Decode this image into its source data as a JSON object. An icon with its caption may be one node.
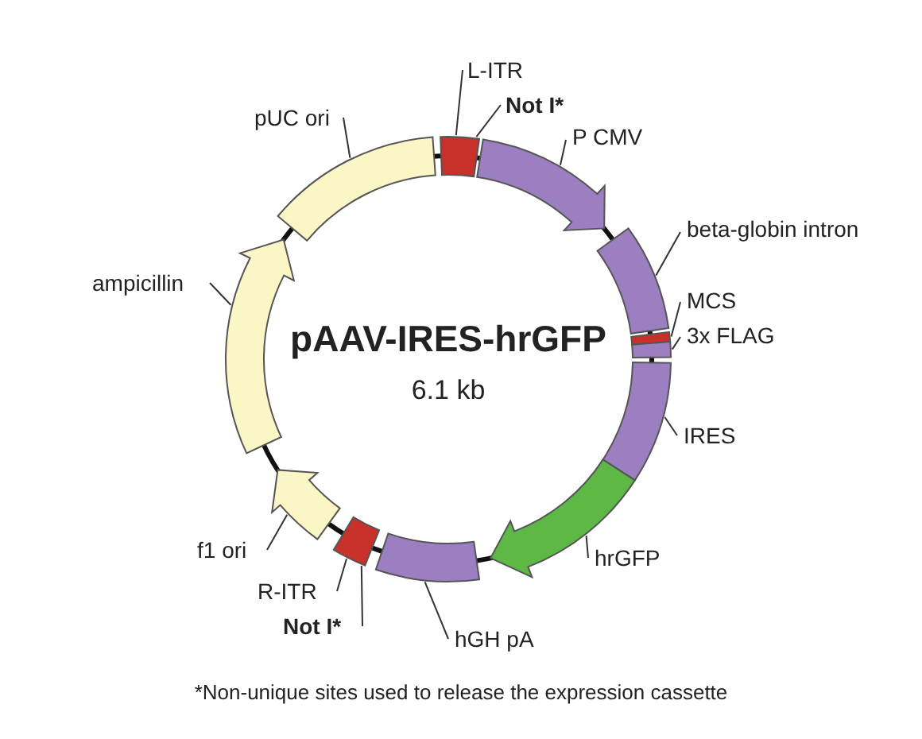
{
  "diagram": {
    "title": "pAAV-IRES-hrGFP",
    "caption": "*Non-unique sites used to release the expression cassette",
    "nodes": [
      {
        "text": [
          "L-ITR"
        ]
      },
      {
        "text": [],
        "shape": "box"
      },
      {
        "text": [
          "Not I*"
        ]
      },
      {
        "text": [
          "P CMV"
        ]
      },
      {
        "text": [],
        "shape": "arrow"
      },
      {
        "text": [
          "beta-globin intron"
        ]
      },
      {
        "text": [],
        "shape": "box"
      },
      {
        "text": [
          "MCS"
        ]
      },
      {
        "text": [],
        "shape": "box"
      },
      {
        "text": [
          "3x FLAG"
        ]
      },
      {
        "text": [],
        "shape": "box"
      },
      {
        "text": [
          "IRES"
        ]
      },
      {
        "text": [],
        "shape": "box"
      },
      {
        "text": [
          "hrGFP"
        ]
      },
      {
        "text": [],
        "shape": "arrow"
      },
      {
        "text": [
          "hGH pA"
        ]
      },
      {
        "text": [],
        "shape": "box"
      },
      {
        "text": [
          "R-ITR"
        ]
      },
      {
        "text": [],
        "shape": "box"
      },
      {
        "text": [
          "Not I*"
        ]
      },
      {
        "text": [
          "f1 ori"
        ]
      },
      {
        "text": [],
        "shape": "arrow"
      },
      {
        "text": [
          "ampicillin"
        ]
      },
      {
        "text": [],
        "shape": "arrow"
      },
      {
        "text": [
          "pUC ori"
        ]
      },
      {
        "text": [],
        "shape": "box"
      }
    ],
    "edges": [
      {
        "from": 0,
        "to": 1,
        "arrow": "none"
      },
      {
        "from": 2,
        "to": 1,
        "arrow": "none"
      },
      {
        "from": 3,
        "to": 4,
        "arrow": "none"
      },
      {
        "from": 5,
        "to": 6,
        "arrow": "none"
      },
      {
        "from": 7,
        "to": 8,
        "arrow": "none"
      },
      {
        "from": 9,
        "to": 10,
        "arrow": "none"
      },
      {
        "from": 11,
        "to": 12,
        "arrow": "none"
      },
      {
        "from": 13,
        "to": 14,
        "arrow": "none"
      },
      {
        "from": 15,
        "to": 16,
        "arrow": "none"
      },
      {
        "from": 17,
        "to": 18,
        "arrow": "none"
      },
      {
        "from": 19,
        "to": 18,
        "arrow": "none"
      },
      {
        "from": 20,
        "to": 21,
        "arrow": "none"
      },
      {
        "from": 22,
        "to": 23,
        "arrow": "none"
      },
      {
        "from": 24,
        "to": 25,
        "arrow": "none"
      }
    ],
    "labels": [
      "6.1 kb"
    ]
  }
}
